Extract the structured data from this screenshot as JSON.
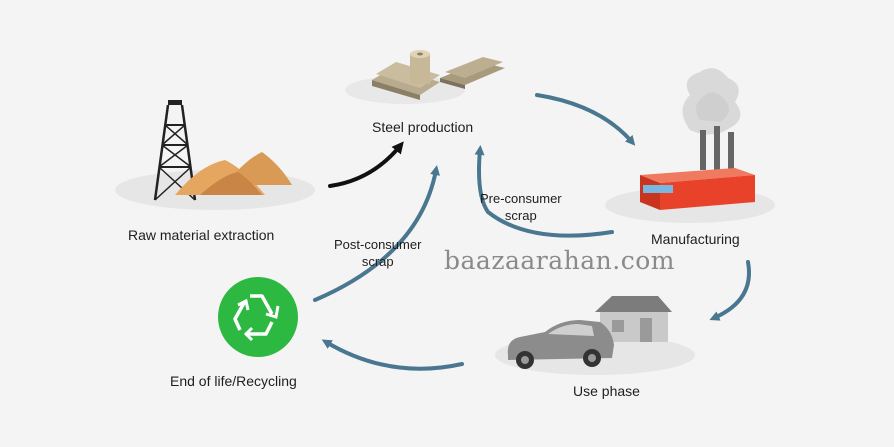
{
  "nodes": {
    "steel": "Steel production",
    "raw": "Raw material extraction",
    "manufacturing": "Manufacturing",
    "use": "Use phase",
    "recycling": "End of life/Recycling"
  },
  "flows": {
    "pre_consumer_line1": "Pre-consumer",
    "pre_consumer_line2": "scrap",
    "post_consumer_line1": "Post-consumer",
    "post_consumer_line2": "scrap"
  },
  "watermark": "baazaarahan.com",
  "colors": {
    "arrow": "#4a7790",
    "arrow_dark": "#111111",
    "recycle_green": "#2db842",
    "factory_red": "#e8432a"
  }
}
